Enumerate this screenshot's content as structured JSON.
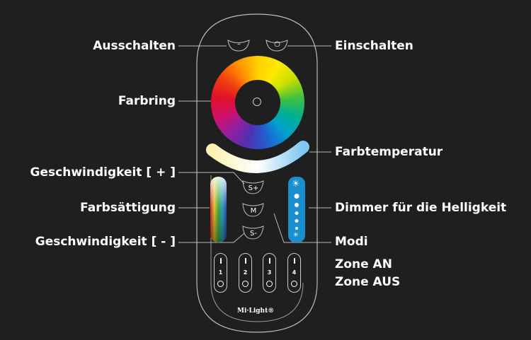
{
  "labels": {
    "off": "Ausschalten",
    "on": "Einschalten",
    "color_ring": "Farbring",
    "color_temp": "Farbtemperatur",
    "speed_plus": "Geschwindigkeit [ + ]",
    "saturation": "Farbsättigung",
    "dimmer": "Dimmer für die Helligkeit",
    "speed_minus": "Geschwindigkeit [ - ]",
    "modes": "Modi",
    "zone_on": "Zone AN",
    "zone_off": "Zone AUS"
  },
  "remote": {
    "buttons": {
      "off": "–",
      "on": "○",
      "speed_plus": "S+",
      "mode": "M",
      "speed_minus": "S-"
    },
    "zones": [
      "1",
      "2",
      "3",
      "4"
    ],
    "logo": "Mi·Light®"
  },
  "colors": {
    "background": "#1f1f1f",
    "dimmer": "#1a8fd0",
    "lines": "#bbbbbb"
  }
}
